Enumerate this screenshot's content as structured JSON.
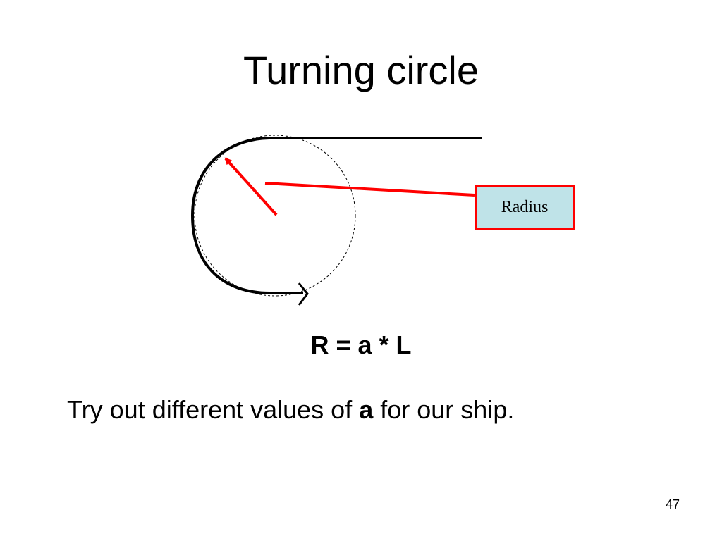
{
  "slide": {
    "title": "Turning circle",
    "callout_label": "Radius",
    "formula": "R = a * L",
    "instruction": {
      "before": "Try out different values of ",
      "emphasis": "a",
      "after": " for our ship."
    },
    "page_number": "47"
  },
  "colors": {
    "accent": "#ff0000",
    "callout_fill": "#bfe3e8",
    "stroke": "#000000"
  },
  "icons": [
    "arrowhead-icon"
  ]
}
